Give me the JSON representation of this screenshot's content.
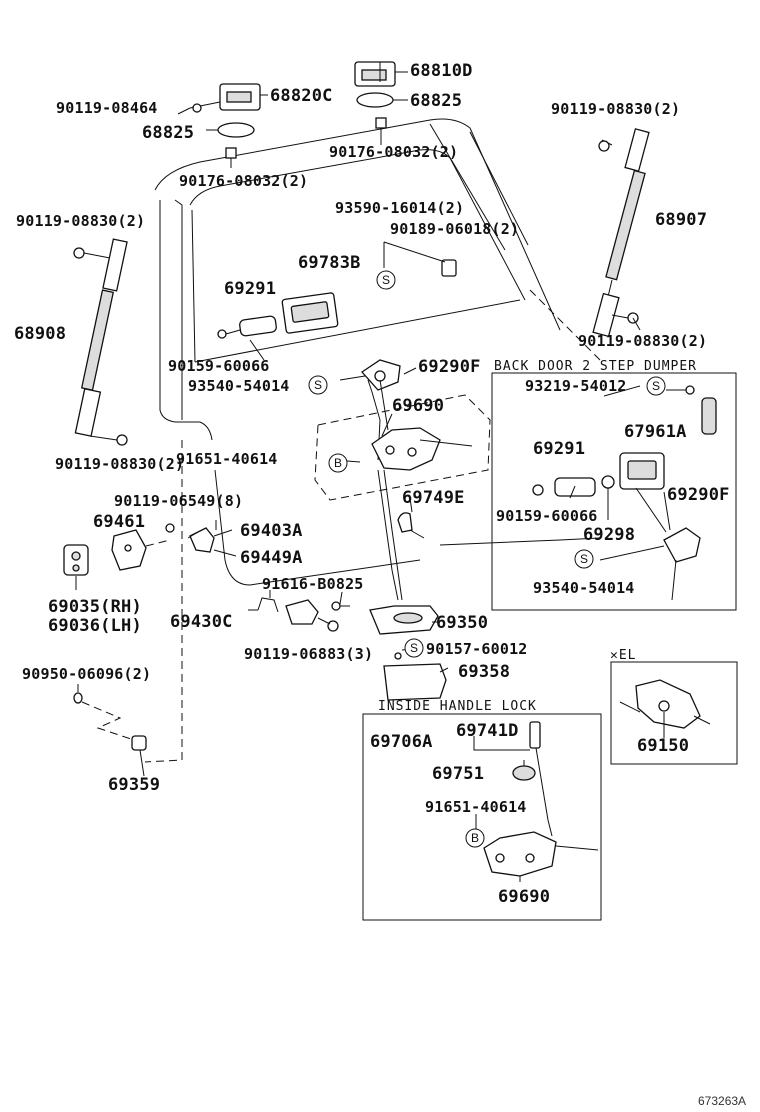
{
  "diagram_code": "673263A",
  "boxes": {
    "damper_title": "BACK DOOR 2 STEP DUMPER",
    "handle_title": "INSIDE HANDLE LOCK",
    "el_title": "✕EL"
  },
  "symbols": {
    "s": "S",
    "b": "B"
  },
  "labels": {
    "p68810D": "68810D",
    "p68825_top": "68825",
    "p68820C": "68820C",
    "p90119_08464": "90119-08464",
    "p68825_left": "68825",
    "p90176_08032_top": "90176-08032(2)",
    "p90176_08032_left": "90176-08032(2)",
    "p90119_08830_tr": "90119-08830(2)",
    "p68907": "68907",
    "p90119_08830_mr": "90119-08830(2)",
    "p90119_08830_tl": "90119-08830(2)",
    "p68908": "68908",
    "p90119_08830_ml": "90119-08830(2)",
    "p93590_16014": "93590-16014(2)",
    "p90189_06018": "90189-06018(2)",
    "p69783B": "69783B",
    "p69291": "69291",
    "p90159_60066": "90159-60066",
    "p69290F": "69290F",
    "p93540_54014": "93540-54014",
    "p69690": "69690",
    "p91651_40614": "91651-40614",
    "p69749E": "69749E",
    "p90119_06549": "90119-06549(8)",
    "p69461": "69461",
    "p69403A": "69403A",
    "p69449A": "69449A",
    "p91616_B0825": "91616-B0825",
    "p69035": "69035(RH)",
    "p69036": "69036(LH)",
    "p69430C": "69430C",
    "p69350": "69350",
    "p90119_06883": "90119-06883(3)",
    "p90157_60012": "90157-60012",
    "p69358": "69358",
    "p90950_06096": "90950-06096(2)",
    "p69359": "69359",
    "d93219_54012": "93219-54012",
    "d67961A": "67961A",
    "d69291": "69291",
    "d69290F": "69290F",
    "d90159_60066": "90159-60066",
    "d69298": "69298",
    "d93540_54014": "93540-54014",
    "h69706A": "69706A",
    "h69741D": "69741D",
    "h69751": "69751",
    "h91651_40614": "91651-40614",
    "h69690": "69690",
    "e69150": "69150"
  }
}
